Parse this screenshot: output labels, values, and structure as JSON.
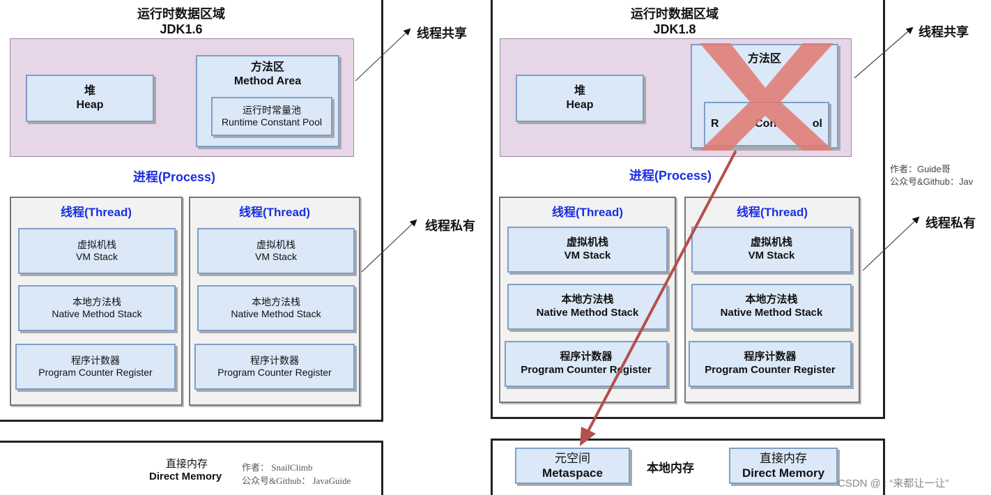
{
  "left": {
    "title_zh": "运行时数据区域",
    "title_jdk": "JDK1.6",
    "heap": {
      "zh": "堆",
      "en": "Heap"
    },
    "method_area": {
      "zh": "方法区",
      "en": "Method Area"
    },
    "constant_pool": {
      "zh": "运行时常量池",
      "en": "Runtime Constant Pool"
    },
    "process": "进程(Process)",
    "threads": [
      {
        "title": "线程(Thread)",
        "vm": {
          "zh": "虚拟机栈",
          "en": "VM Stack"
        },
        "native": {
          "zh": "本地方法栈",
          "en": "Native Method Stack"
        },
        "pc": {
          "zh": "程序计数器",
          "en": "Program Counter Register"
        }
      },
      {
        "title": "线程(Thread)",
        "vm": {
          "zh": "虚拟机栈",
          "en": "VM Stack"
        },
        "native": {
          "zh": "本地方法栈",
          "en": "Native Method Stack"
        },
        "pc": {
          "zh": "程序计数器",
          "en": "Program Counter Register"
        }
      }
    ],
    "shared_label": "线程共享",
    "private_label": "线程私有",
    "direct_memory": {
      "zh": "直接内存",
      "en": "Direct Memory"
    },
    "credit": {
      "line1": "作者：  SnailClimb",
      "line2": "公众号&Github：  JavaGuide"
    }
  },
  "right": {
    "title_zh": "运行时数据区域",
    "title_jdk": "JDK1.8",
    "heap": {
      "zh": "堆",
      "en": "Heap"
    },
    "method_area_partial": "方法区",
    "constant_pool_partial": {
      "left": "R",
      "mid": "Con",
      "right": "ol"
    },
    "process": "进程(Process)",
    "threads": [
      {
        "title": "线程(Thread)",
        "vm": {
          "zh": "虚拟机栈",
          "en": "VM Stack"
        },
        "native": {
          "zh": "本地方法栈",
          "en": "Native Method Stack"
        },
        "pc": {
          "zh": "程序计数器",
          "en": "Program Counter Register"
        }
      },
      {
        "title": "线程(Thread)",
        "vm": {
          "zh": "虚拟机栈",
          "en": "VM Stack"
        },
        "native": {
          "zh": "本地方法栈",
          "en": "Native Method Stack"
        },
        "pc": {
          "zh": "程序计数器",
          "en": "Program Counter Register"
        }
      }
    ],
    "shared_label": "线程共享",
    "private_label": "线程私有",
    "credit": {
      "line1": "作者：Guide哥",
      "line2": "公众号&Github：Jav"
    },
    "metaspace": {
      "zh": "元空间",
      "en": "Metaspace"
    },
    "native_memory": "本地内存",
    "direct_memory": {
      "zh": "直接内存",
      "en": "Direct Memory"
    }
  },
  "watermark": "CSDN @ : “来都让一让”",
  "colors": {
    "cross": "#e07b73",
    "arrow": "#b4504a",
    "blue_text": "#1a2ee0",
    "box_fill": "#dbe8f8",
    "shared_fill": "#e7d5e8"
  }
}
